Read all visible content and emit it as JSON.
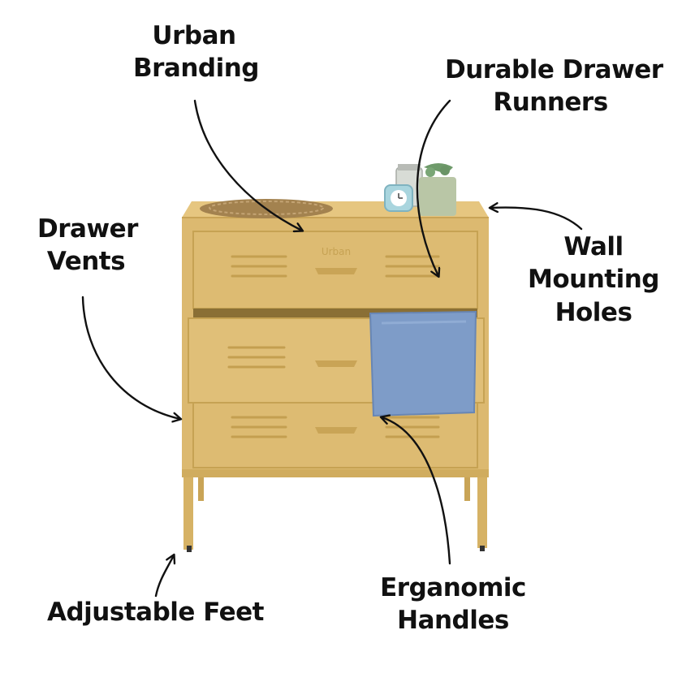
{
  "colors": {
    "cabinet": "#dcb970",
    "cabinet_dark": "#c9a456",
    "towel": "#7e9cc8",
    "ink": "#111111"
  },
  "brand_mark": "Urban",
  "callouts": [
    {
      "id": "urban-branding",
      "lines": [
        "Urban",
        "Branding"
      ]
    },
    {
      "id": "durable-drawer-runners",
      "lines": [
        "Durable Drawer",
        "Runners"
      ]
    },
    {
      "id": "drawer-vents",
      "lines": [
        "Drawer",
        "Vents"
      ]
    },
    {
      "id": "wall-mounting-holes",
      "lines": [
        "Wall",
        "Mounting",
        "Holes"
      ]
    },
    {
      "id": "adjustable-feet",
      "lines": [
        "Adjustable Feet"
      ]
    },
    {
      "id": "erganomic-handles",
      "lines": [
        "Erganomic",
        "Handles"
      ]
    }
  ]
}
